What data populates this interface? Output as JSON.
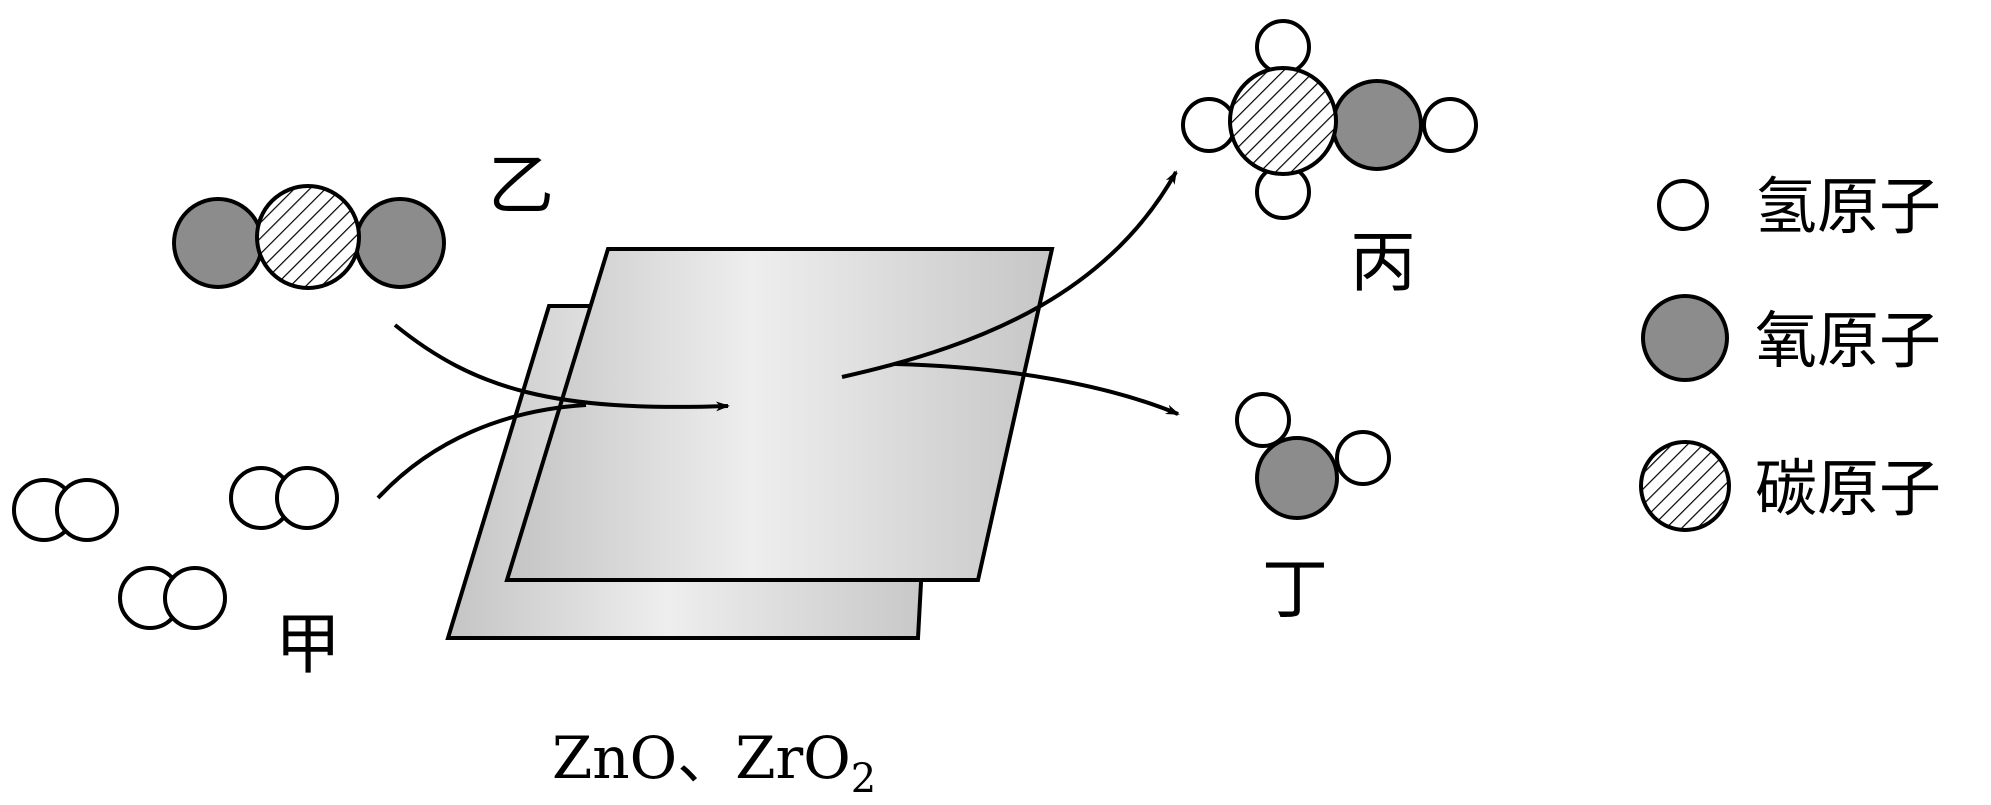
{
  "molecules": {
    "jia": {
      "label": "甲"
    },
    "yi": {
      "label": "乙"
    },
    "bing": {
      "label": "丙"
    },
    "ding": {
      "label": "丁"
    }
  },
  "catalyst": {
    "text": "ZnO、ZrO",
    "subscript": "2"
  },
  "legend": {
    "items": [
      {
        "label": "氢原子",
        "atom": "hydrogen",
        "fill": "#ffffff"
      },
      {
        "label": "氧原子",
        "atom": "oxygen",
        "fill": "#8c8c8c"
      },
      {
        "label": "碳原子",
        "atom": "carbon",
        "fill": "hatched"
      }
    ]
  },
  "colors": {
    "oxygen": "#8c8c8c",
    "hydrogen": "#ffffff",
    "plate_light": "#efefef",
    "plate_dark": "#bdbdbd",
    "stroke": "#000000"
  }
}
